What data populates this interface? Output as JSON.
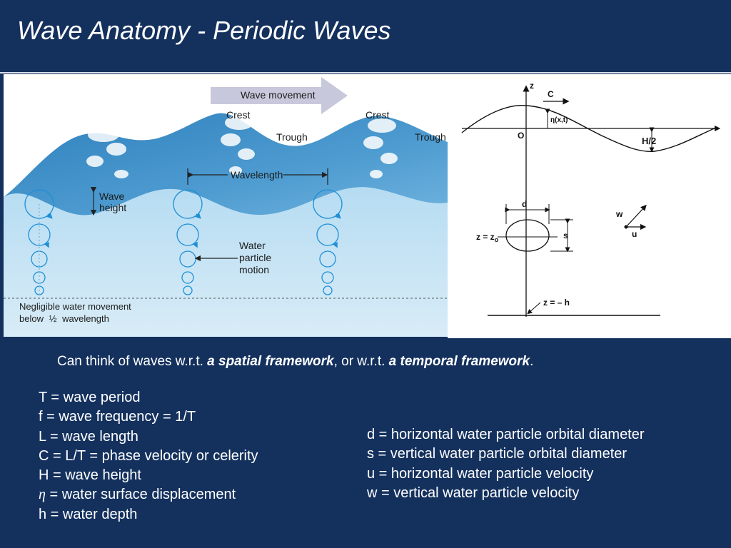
{
  "slide": {
    "title": "Wave Anatomy - Periodic Waves"
  },
  "illustration": {
    "wave_movement": "Wave movement",
    "crest_1": "Crest",
    "crest_2": "Crest",
    "trough_1": "Trough",
    "trough_2": "Trough",
    "wavelength": "Wavelength",
    "wave_height_line1": "Wave",
    "wave_height_line2": "height",
    "particle_line1": "Water",
    "particle_line2": "particle",
    "particle_line3": "motion",
    "negligible_line1": "Negligible water movement",
    "negligible_line2_prefix": "below",
    "negligible_fraction": "½",
    "negligible_line2_suffix": "wavelength"
  },
  "diagram": {
    "z_axis": "z",
    "celerity": "C",
    "eta": "η(x,t)",
    "origin": "O",
    "half_height": "H/2",
    "d_label": "d",
    "s_label": "s",
    "z0_label": "z = z",
    "z0_sub": "o",
    "w_label": "w",
    "u_label": "u",
    "bottom_label": "z = – h"
  },
  "intro": {
    "prefix": "Can think of waves w.r.t. ",
    "spatial": "a spatial framework",
    "middle": ", or w.r.t. ",
    "temporal": "a temporal framework",
    "suffix": "."
  },
  "definitions_left": [
    "T = wave period",
    "f = wave frequency = 1/T",
    "L = wave length",
    "C = L/T = phase velocity or celerity",
    "H = wave height",
    "h = water depth"
  ],
  "eta_definition": {
    "symbol": "η",
    "text": " = water surface displacement"
  },
  "definitions_right": [
    "d = horizontal water particle orbital diameter",
    "s = vertical water particle orbital diameter",
    "u = horizontal water particle velocity",
    "w = vertical water particle velocity"
  ],
  "colors": {
    "background": "#14315e",
    "water_surface": "#3d8ec6",
    "water_body": "#aed9f2",
    "orbit": "#1f8fd6",
    "arrow_band": "#c8c8dc"
  }
}
